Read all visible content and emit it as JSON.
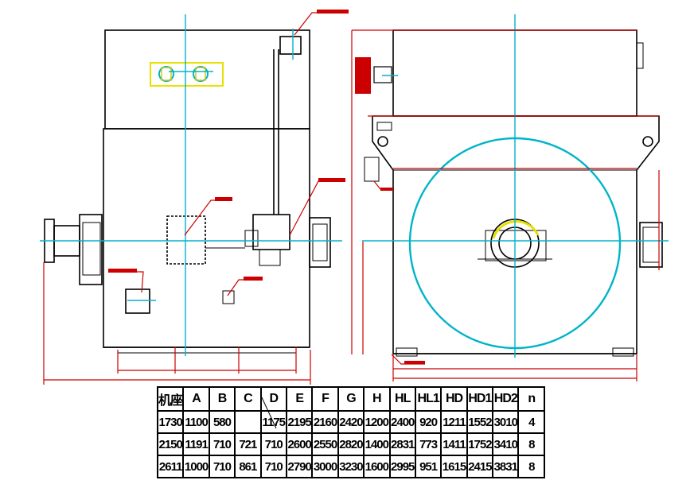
{
  "table": {
    "headers": [
      "机座号",
      "A",
      "B",
      "C",
      "D",
      "E",
      "F",
      "G",
      "H",
      "HL",
      "HL1",
      "HD",
      "HD1",
      "HD2",
      "n"
    ],
    "rows": [
      [
        "1730",
        "1100",
        "580",
        "",
        "1175",
        "2195",
        "2160",
        "2420",
        "1200",
        "2400",
        "920",
        "1211",
        "1552",
        "3010",
        "4"
      ],
      [
        "2150",
        "1191",
        "710",
        "721",
        "710",
        "2600",
        "2550",
        "2820",
        "1400",
        "2831",
        "773",
        "1411",
        "1752",
        "3410",
        "8"
      ],
      [
        "2611",
        "1000",
        "710",
        "861",
        "710",
        "2790",
        "3000",
        "3230",
        "1600",
        "2995",
        "951",
        "1615",
        "2415",
        "3831",
        "8"
      ]
    ]
  },
  "colors": {
    "line": "#000000",
    "centerline": "#00b4c8",
    "dimension": "#cc0000",
    "highlight": "#e8e000"
  }
}
